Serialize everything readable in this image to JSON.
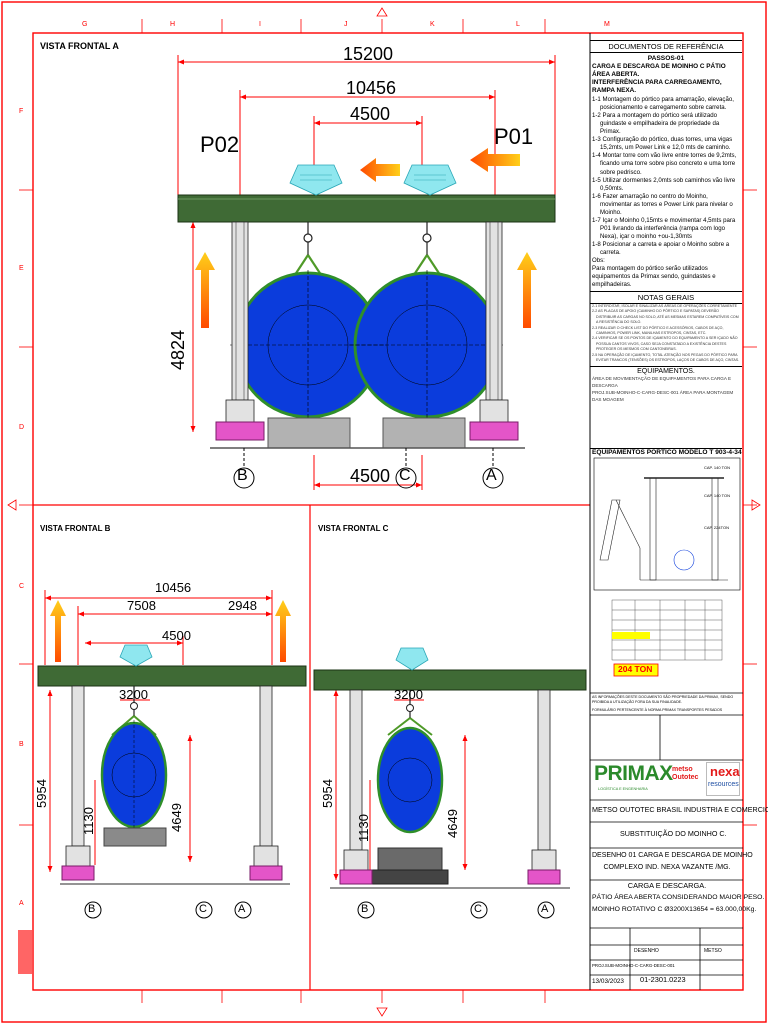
{
  "border": {
    "columns": [
      "G",
      "H",
      "I",
      "J",
      "K",
      "L",
      "M"
    ],
    "rows": [
      "F",
      "E",
      "D",
      "C",
      "B",
      "A"
    ]
  },
  "views": {
    "a": {
      "title": "VISTA FRONTAL  A",
      "dims": {
        "d1": "15200",
        "d2": "10456",
        "d3": "4500",
        "d4": "4500",
        "height": "4824"
      },
      "left_label": "P02",
      "right_label": "P01",
      "axes": [
        "B",
        "C",
        "A"
      ]
    },
    "b": {
      "title": "VISTA FRONTAL  B",
      "dims": {
        "d1": "10456",
        "d2": "7508",
        "d3": "2948",
        "d4": "4500",
        "d5": "3200",
        "h1": "5954",
        "h2": "1130",
        "h3": "4649"
      },
      "axes": [
        "B",
        "C",
        "A"
      ]
    },
    "c": {
      "title": "VISTA FRONTAL  C",
      "dims": {
        "d5": "3200",
        "h1": "5954",
        "h2": "1130",
        "h3": "4649"
      },
      "axes": [
        "B",
        "C",
        "A"
      ]
    }
  },
  "side": {
    "ref_title": "DOCUMENTOS DE REFERÊNCIA",
    "passos_title": "PASSOS-01",
    "passos_sub1": "CARGA E DESCARGA DE MOINHO C PÁTIO ÁREA ABERTA.",
    "passos_sub2": "INTERFERÊNCIA PARA CARREGAMENTO, RAMPA NEXA.",
    "steps": [
      "1-1 Montagem  do pórtico para amarração, elevação, posicionamento e carregamento sobre carreta.",
      "1-2 Para a montagem do pórtico será utilizado guindaste e empilhadeira de propriedade da Primax.",
      "1-3 Configuração do pórtico, duas torres, uma vigas 15,2mts, um Power Link e 12,0 mts de caminho.",
      "1-4 Montar torre com vão livre entre torres de 9,2mts, ficando uma torre sobre piso concreto e uma torre sobre pedrisco.",
      "1-5 Utilizar dormentes 2,0mts sob caminhos vão livre 0,50mts.",
      "1-6 Fazer amarração no centro do Moinho, movimentar as torres e Power Link para nivelar o Moinho.",
      "1-7 Içar o Moinho 0,15mts e movimentar 4,5mts para P01 livrando da interferência (rampa com logo Nexa), içar o moinho +ou-1,30mts",
      "1-8 Posicionar a carreta e apoiar o Moinho sobre a carreta."
    ],
    "obs_title": "Obs:",
    "obs_text": "Para montagem do pórtico serão utilizados equipamentos da Primax sendo, guindastes e empilhadeiras.",
    "notes_title": "NOTAS GERAIS",
    "notes": [
      "2-1 INTERDITAR, ISOLAR E SINALIZAR AS ÁREAS DE OPERAÇÕES CORRETAMENTE",
      "2-2 AS PLACAS DE APOIO (CAMINHO DO PÓRTICO E SAPATAS) DEVERÃO DISTRIBUIR AS CARGAS NO SOLO, ATÉ AS MESMAS ESTAREM COMPATÍVEIS COM A RESISTÊNCIA DO SOLO.",
      "2-3 REALIZAR O CHECK LIST DO PÓRTICO E ACESSÓRIOS, CABOS DE AÇO, CAMINHOS, POWER LINK, MANILHAS ESTROPOS, CINTAS, ETC.",
      "2-4 VERIFICAR SE OS PONTOS DE IÇAMENTO DO EQUIPAMENTO A SER IÇADO NÃO POSSUA CANTOS VIVOS, CASO SEJA CONSTATADO A EXISTÊNCIA DESTES PROTEGER OS MESMOS COM CANTONEIRAS.",
      "2-5 NA OPERAÇÃO DE IÇAMENTO, TOTAL ATENÇÃO NOS PEGAS DO PÓRTICO PARA EVITAR TRANCOS (TENSÕES) OS ESTROPOS, LAÇOS DE CABOS DE AÇO, CINTAS."
    ],
    "equip_title": "EQUIPAMENTOS.",
    "equip_lines": [
      "ÁREA DE MOVIMENTAÇÃO DE EQUIPAMENTOS  PARA CARGA E DESCARGA",
      "PROJ.SUB-MOINHO-C-CARG-DESC-001 ÁREA PARA MONTAGEM DAS MOAGEM"
    ],
    "portico_title": "EQUIPAMENTOS PÓRTICO  MODELO T 903-4-34",
    "cap_labels": [
      "CAP. 140 TON",
      "CAP. 140 TON",
      "CAP. 224TON"
    ],
    "capacity": "204 TON",
    "disclaimer": "AS INFORMAÇÕES DESTE DOCUMENTO SÃO PROPRIEDADE DA PRIMAX, SENDO PROIBIDA A UTILIZAÇÃO FORA DA SUA FINALIDADE.",
    "form_line": "FORMULÁRIO PERTENCENTE À NORMA PRIMAX TRANSPORTES PESADOS",
    "logo_primax": "PRIMAX",
    "logo_primax_sub": "LOGÍSTICA E ENGENHARIA",
    "logo_metso": "metso Outotec",
    "logo_nexa": "nexa",
    "logo_nexa_sub": "resources",
    "client": "METSO OUTOTEC BRASIL INDUSTRIA E COMERCIO.",
    "project": "SUBSTITUIÇÃO DO MOINHO C.",
    "drawing_line1": "DESENHO 01 CARGA E DESCARGA DE MOINHO",
    "drawing_line2": "COMPLEXO IND. NEXA  VAZANTE /MG.",
    "drawing_line3": "CARGA E DESCARGA.",
    "drawing_line4": "PÁTIO ÁREA ABERTA CONSIDERANDO MAIOR PESO.",
    "drawing_line5": "MOINHO ROTATIVO C Ø3200X13654 = 63.000,00Kg.",
    "tb_cell_desenho": "DESENHO",
    "tb_cell_metso": "METSO",
    "doc_number": "PROJ.SUB-MOINHO-C-CARG-DESC-001",
    "date": "13/03/2023",
    "drawing_number": "01-2301.0223"
  }
}
